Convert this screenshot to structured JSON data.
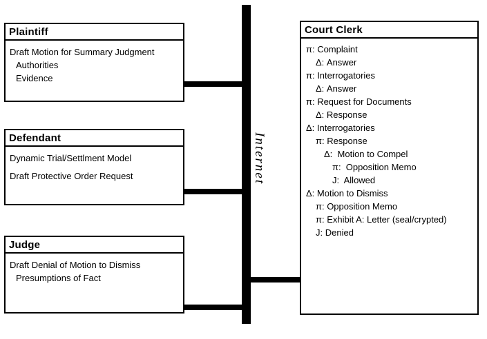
{
  "colors": {
    "line": "#000000",
    "background": "#ffffff"
  },
  "internet": {
    "label": "Internet"
  },
  "boxes": {
    "plaintiff": {
      "title": "Plaintiff",
      "lines": [
        {
          "text": "Draft Motion for Summary Judgment"
        },
        {
          "text": "Authorities"
        },
        {
          "text": "Evidence"
        }
      ]
    },
    "defendant": {
      "title": "Defendant",
      "lines": [
        {
          "text": "Dynamic Trial/Settlment Model"
        },
        {
          "text": "Draft Protective Order Request"
        }
      ]
    },
    "judge": {
      "title": "Judge",
      "lines": [
        {
          "text": "Draft Denial of Motion to Dismiss"
        },
        {
          "text": "Presumptions of Fact"
        }
      ]
    },
    "court_clerk": {
      "title": "Court Clerk",
      "entries": [
        {
          "text": "π: Complaint"
        },
        {
          "text": "Δ: Answer"
        },
        {
          "text": "π: Interrogatories"
        },
        {
          "text": "Δ: Answer"
        },
        {
          "text": "π: Request for Documents"
        },
        {
          "text": "Δ: Response"
        },
        {
          "text": "Δ: Interrogatories"
        },
        {
          "text": "π: Response"
        },
        {
          "text": "Δ:  Motion to Compel"
        },
        {
          "text": "π:  Opposition Memo"
        },
        {
          "text": "J:  Allowed"
        },
        {
          "text": "Δ: Motion to Dismiss"
        },
        {
          "text": "π: Opposition Memo"
        },
        {
          "text": "π: Exhibit A: Letter (seal/crypted)"
        },
        {
          "text": "J: Denied"
        }
      ]
    }
  }
}
